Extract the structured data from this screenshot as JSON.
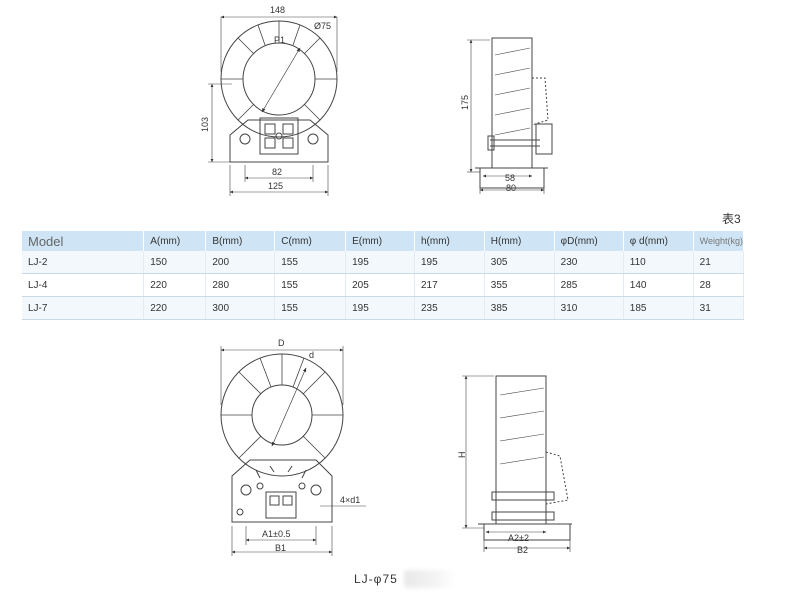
{
  "top_front": {
    "dim_width": "148",
    "dim_inner_dia": "Ø75",
    "label_p1": "P1",
    "dim_height": "103",
    "dim_foot_mid": "82",
    "dim_foot_width": "125"
  },
  "top_side": {
    "dim_height": "175",
    "dim_foot_mid": "58",
    "dim_foot_width": "80"
  },
  "table": {
    "title": "表3",
    "headers": [
      "Model",
      "A(mm)",
      "B(mm)",
      "C(mm)",
      "E(mm)",
      "h(mm)",
      "H(mm)",
      "φD(mm)",
      "φ d(mm)",
      "Weight(kg)"
    ],
    "rows": [
      [
        "LJ-2",
        "150",
        "200",
        "155",
        "195",
        "195",
        "305",
        "230",
        "110",
        "21"
      ],
      [
        "LJ-4",
        "220",
        "280",
        "155",
        "205",
        "217",
        "355",
        "285",
        "140",
        "28"
      ],
      [
        "LJ-7",
        "220",
        "300",
        "155",
        "195",
        "235",
        "385",
        "310",
        "185",
        "31"
      ]
    ]
  },
  "bottom_front": {
    "dim_d_outer": "D",
    "dim_d_inner": "d",
    "dim_holes": "4×d1",
    "dim_a1": "A1±0.5",
    "dim_b1": "B1"
  },
  "bottom_side": {
    "dim_h": "H",
    "dim_a2": "A2±2",
    "dim_b2": "B2"
  },
  "caption": "LJ-φ75"
}
